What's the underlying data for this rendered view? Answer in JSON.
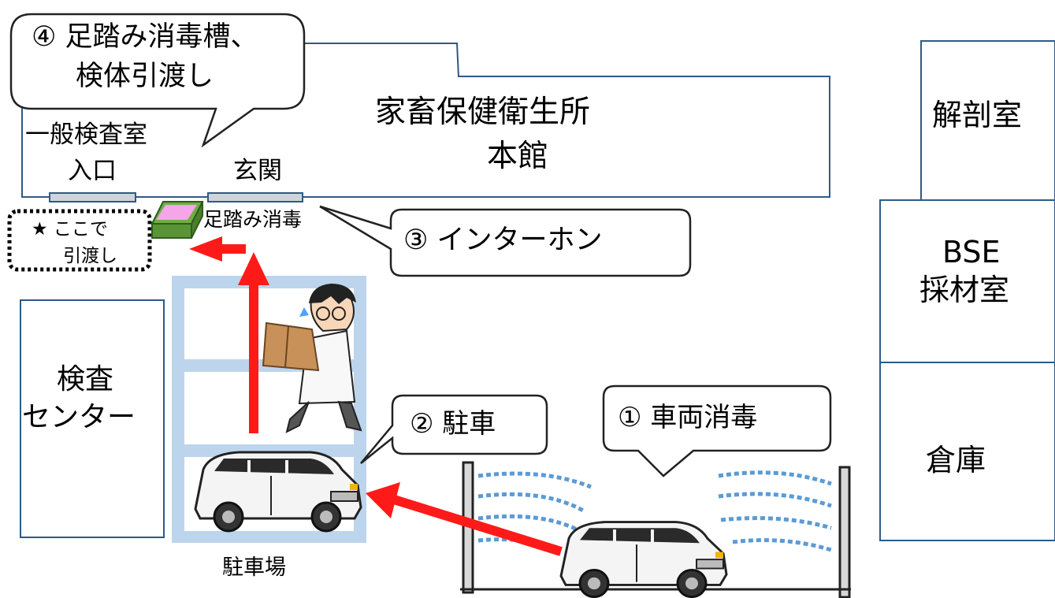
{
  "labels": {
    "main_building_line1": "家畜保健衛生所",
    "main_building_line2": "本館",
    "general_lab_line1": "一般検査室",
    "general_lab_line2": "入口",
    "entrance": "玄関",
    "foot_bath": "足踏み消毒",
    "handover_line1": "★ ここで",
    "handover_line2": "引渡し",
    "inspection_center_line1": "検査",
    "inspection_center_line2": "センター",
    "parking_lot": "駐車場",
    "dissection_room": "解剖室",
    "bse_line1": "BSE",
    "bse_line2": "採材室",
    "warehouse": "倉庫"
  },
  "callouts": {
    "step1": "① 車両消毒",
    "step2": "② 駐車",
    "step3": "③ インターホン",
    "step4_line1": "④ 足踏み消毒槽、",
    "step4_line2": "検体引渡し"
  },
  "colors": {
    "building_outline": "#2e5a87",
    "parking_fill": "#bcd5ec",
    "arrow": "#ff1a1a",
    "spray": "#5b9bd5",
    "door": "#d0d4d8",
    "foot_bath_green": "#70ad47",
    "foot_bath_pink": "#f4a6e8"
  },
  "icons": [
    "van-icon",
    "disinfection-gate-icon",
    "researcher-carrying-box-icon",
    "foot-bath-tray-icon",
    "arrow-icon"
  ]
}
